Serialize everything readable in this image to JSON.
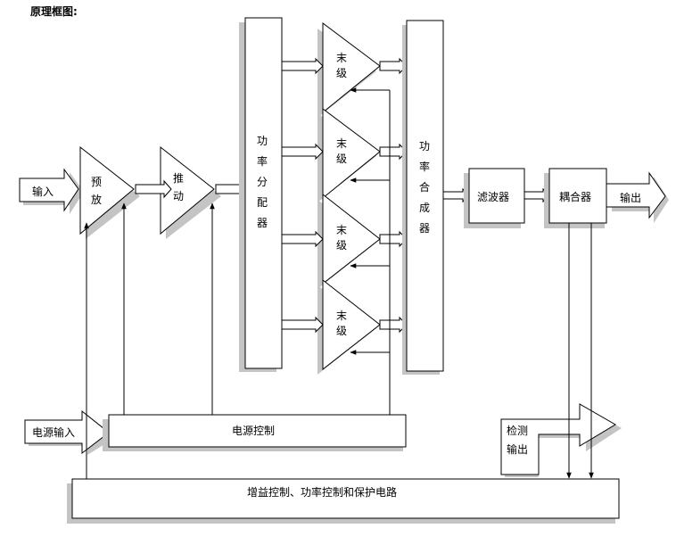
{
  "title": "原理框图:",
  "labels": {
    "input": "输入",
    "preamp": "预放",
    "driver": "推动",
    "splitter": "功率分配器",
    "final": "末级",
    "combiner": "功率合成器",
    "filter": "滤波器",
    "coupler": "耦合器",
    "output": "输出",
    "power_input": "电源输入",
    "power_control": "电源控制",
    "detect_output": "检测输出",
    "protection": "增益控制、功率控制和保护电路"
  }
}
